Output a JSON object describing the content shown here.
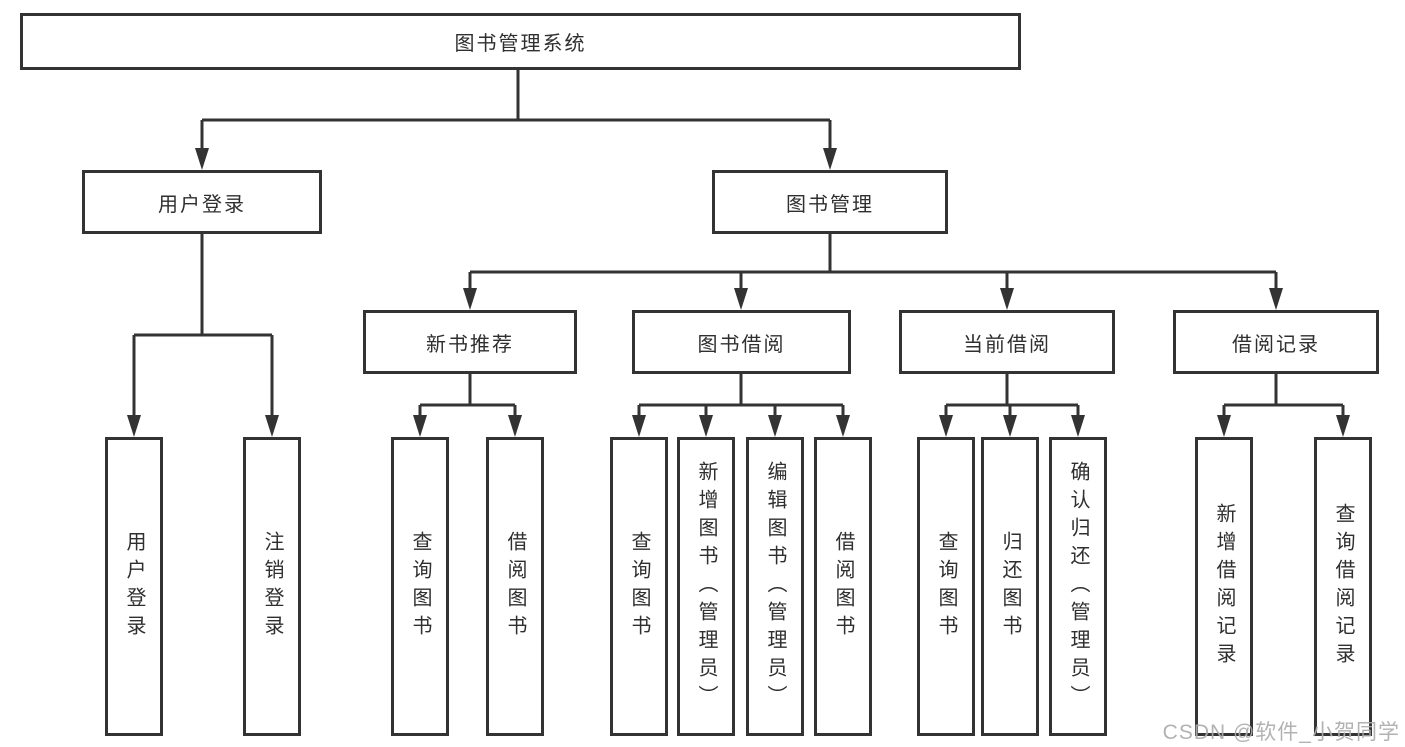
{
  "watermark": {
    "text": "CSDN @软件_小贺同学",
    "color": "#ababab"
  },
  "colors": {
    "line": "#333333",
    "box_border": "#333333",
    "text": "#2f2f2f",
    "background": "#ffffff"
  },
  "tree": {
    "root": {
      "label": "图书管理系统"
    },
    "children": [
      {
        "label": "用户登录",
        "children": [
          {
            "label": "用户登录"
          },
          {
            "label": "注销登录"
          }
        ]
      },
      {
        "label": "图书管理",
        "children": [
          {
            "label": "新书推荐",
            "children": [
              {
                "label": "查询图书"
              },
              {
                "label": "借阅图书"
              }
            ]
          },
          {
            "label": "图书借阅",
            "children": [
              {
                "label": "查询图书"
              },
              {
                "label": "新增图书（管理员）"
              },
              {
                "label": "编辑图书（管理员）"
              },
              {
                "label": "借阅图书"
              }
            ]
          },
          {
            "label": "当前借阅",
            "children": [
              {
                "label": "查询图书"
              },
              {
                "label": "归还图书"
              },
              {
                "label": "确认归还（管理员）"
              }
            ]
          },
          {
            "label": "借阅记录",
            "children": [
              {
                "label": "新增借阅记录"
              },
              {
                "label": "查询借阅记录"
              }
            ]
          }
        ]
      }
    ]
  }
}
